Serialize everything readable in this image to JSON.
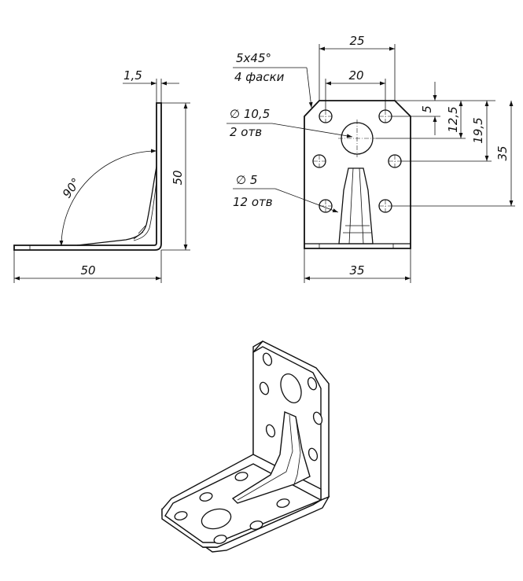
{
  "side_view": {
    "thickness_label": "1,5",
    "height_label": "50",
    "width_label": "50",
    "angle_label": "90°"
  },
  "front_view": {
    "chamfer_label": "5x45°",
    "chamfer_note": "4 фаски",
    "hole_large_label": "∅ 10,5",
    "hole_large_count": "2 отв",
    "hole_small_label": "∅ 5",
    "hole_small_count": "12 отв",
    "dim_top_outer": "25",
    "dim_top_inner": "20",
    "dim_bottom": "35",
    "dim_right_1": "5",
    "dim_right_2": "12,5",
    "dim_right_3": "19,5",
    "dim_right_4": "35"
  }
}
